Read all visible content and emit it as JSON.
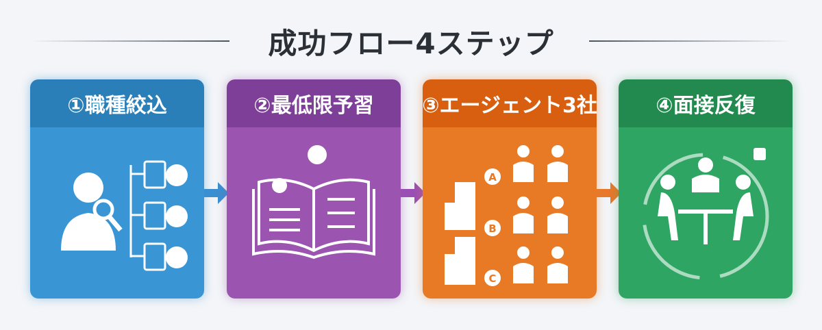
{
  "title": "成功フロー4ステップ",
  "steps": [
    {
      "label": "①職種絞込",
      "header_color": "#2a7fb8",
      "body_color": "#3a95d4",
      "icon": "job-search-org-chart-icon"
    },
    {
      "label": "②最低限予習",
      "header_color": "#7e3f98",
      "body_color": "#9b55b0",
      "icon": "open-book-lightbulb-checklist-icon"
    },
    {
      "label": "③エージェント3社",
      "header_color": "#d85f10",
      "body_color": "#e87a26",
      "icon": "agents-handshake-buildings-icon",
      "agents": [
        "A",
        "B",
        "C"
      ]
    },
    {
      "label": "④面接反復",
      "header_color": "#238a4f",
      "body_color": "#2ea562",
      "icon": "interview-cycle-icon"
    }
  ]
}
